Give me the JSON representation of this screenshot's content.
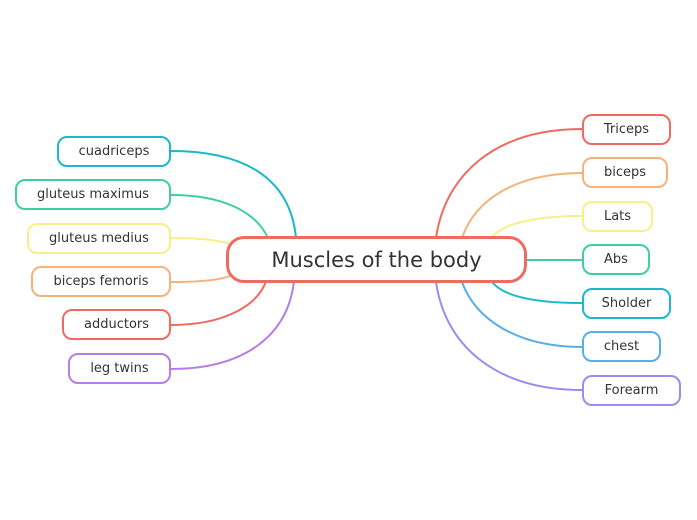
{
  "central": {
    "label": "Muscles of the body",
    "color": "#ef6b61"
  },
  "left": [
    {
      "label": "cuadriceps",
      "color": "#1ab8c9"
    },
    {
      "label": "gluteus maximus",
      "color": "#3fcf9c"
    },
    {
      "label": "gluteus medius",
      "color": "#f7ef8a"
    },
    {
      "label": "biceps femoris",
      "color": "#f7b27a"
    },
    {
      "label": "adductors",
      "color": "#ef6b61"
    },
    {
      "label": "leg twins",
      "color": "#b67de6"
    }
  ],
  "right": [
    {
      "label": "Triceps",
      "color": "#ef6b61"
    },
    {
      "label": "biceps",
      "color": "#f7b27a"
    },
    {
      "label": "Lats",
      "color": "#f7ef8a"
    },
    {
      "label": "Abs",
      "color": "#3fcf9c"
    },
    {
      "label": "Sholder",
      "color": "#1ab8c9"
    },
    {
      "label": "chest",
      "color": "#5aaee8"
    },
    {
      "label": "Forearm",
      "color": "#9a8cf0"
    }
  ]
}
